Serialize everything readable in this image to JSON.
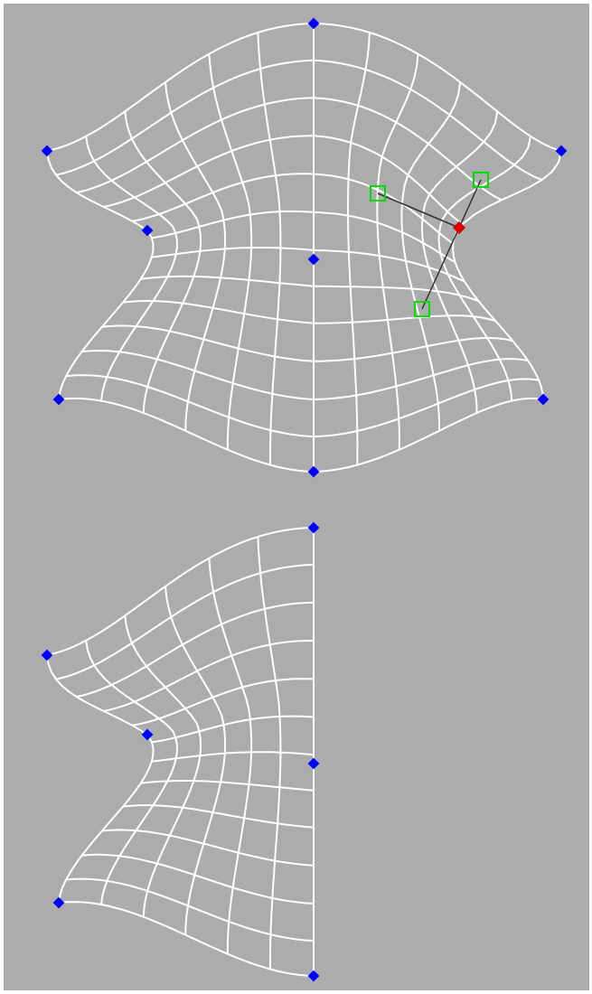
{
  "colors": {
    "frame": "#ffffff",
    "background": "#acacac",
    "mesh_lines": "#ffffff",
    "control_point": "#0000ff",
    "selected_point": "#dd0000",
    "handle": "#00dd00",
    "handle_line": "#333333"
  },
  "icons": {
    "control_point": "blue-diamond",
    "selected_point": "red-diamond",
    "handle": "green-square"
  }
}
